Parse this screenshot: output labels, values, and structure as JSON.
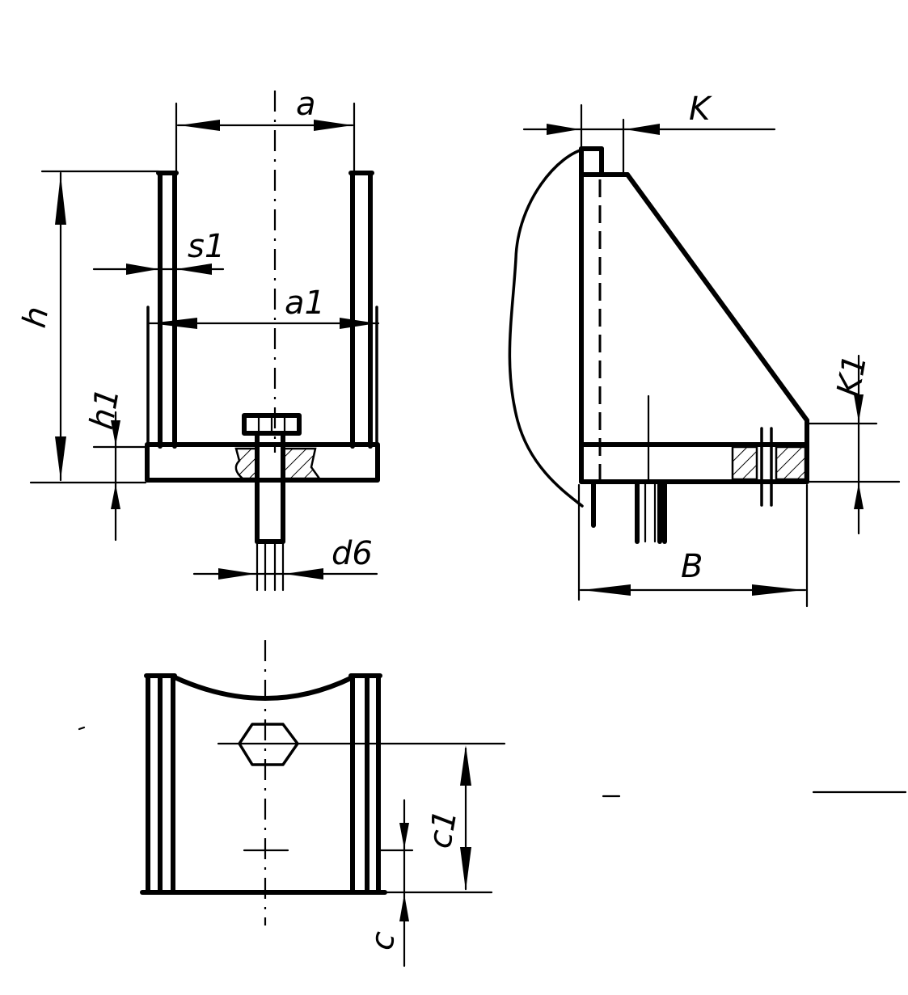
{
  "labels": {
    "a": "a",
    "a1": "a1",
    "h": "h",
    "h1": "h1",
    "s1": "s1",
    "d6": "d6",
    "K": "K",
    "K1": "K1",
    "B": "B",
    "c": "c",
    "c1": "c1"
  }
}
